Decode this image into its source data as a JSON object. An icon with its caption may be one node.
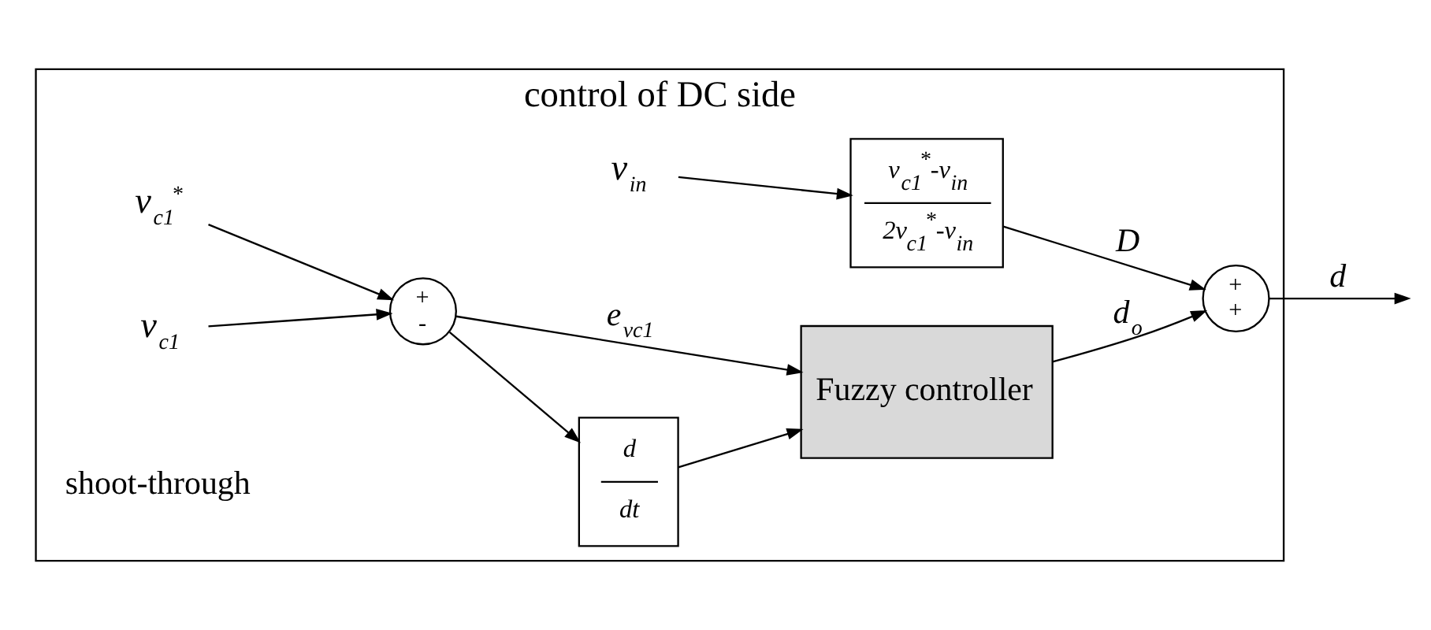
{
  "diagram": {
    "nodes": [
      {
        "text": [
          "control of DC side"
        ]
      },
      {
        "text": [
          "v$_{in}$"
        ],
        "in": 0
      },
      {
        "text": [
          "v$_{c1}$$^{*}$-v$_{in}$",
          "2v$_{c1}$$^{*}$-v$_{in}$"
        ],
        "in": 0
      },
      {
        "text": [
          "v$_{c1}$$^{*}$"
        ],
        "in": 0
      },
      {
        "text": [
          "+",
          "-"
        ],
        "in": 0
      },
      {
        "text": [
          "v$_{c1}$"
        ],
        "in": 0
      },
      {
        "text": [
          "d",
          "dt"
        ],
        "in": 0
      },
      {
        "text": [
          "Fuzzy controller"
        ],
        "in": 0
      },
      {
        "text": [
          "+",
          "+"
        ],
        "in": 0
      }
    ],
    "edges": [
      {
        "from": 1,
        "to": 2,
        "arrow": "to"
      },
      {
        "from": 2,
        "to": 8,
        "arrow": "to",
        "label": "D"
      },
      {
        "from": 3,
        "to": 4,
        "arrow": "to"
      },
      {
        "from": 5,
        "to": 4,
        "arrow": "to"
      },
      {
        "from": 4,
        "to": 7,
        "arrow": "to",
        "label": "e$_{vc1}$"
      },
      {
        "from": 4,
        "to": 6,
        "arrow": "to"
      },
      {
        "from": 6,
        "to": 7,
        "arrow": "to"
      },
      {
        "from": 7,
        "to": 8,
        "arrow": "to",
        "label": "d$_{o}$"
      },
      {
        "from": 8,
        "to": null,
        "arrow": "to",
        "label": "d"
      }
    ],
    "labels": [
      "shoot-through"
    ]
  }
}
